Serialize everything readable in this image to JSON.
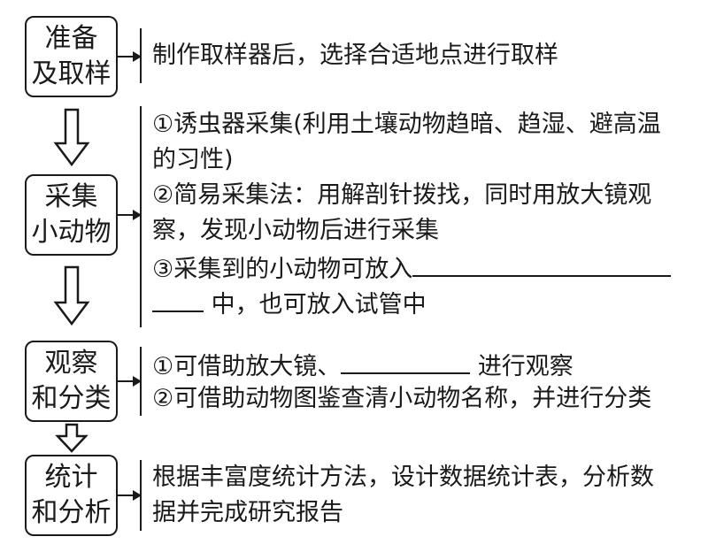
{
  "steps": [
    {
      "title_lines": [
        "准备",
        "及取样"
      ],
      "lines": [
        "制作取样器后，选择合适地点进行取样"
      ]
    },
    {
      "title_lines": [
        "采集",
        "小动物"
      ],
      "lines": [
        "①诱虫器采集(利用土壤动物趋暗、趋湿、避高温",
        "的习性)",
        "②简易采集法：用解剖针拨找，同时用放大镜观",
        "察，发现小动物后进行采集",
        "③采集到的小动物可放入",
        "中，也可放入试管中"
      ]
    },
    {
      "title_lines": [
        "观察",
        "和分类"
      ],
      "lines": [
        "①可借助放大镜、",
        "进行观察",
        "②可借助动物图鉴查清小动物名称，并进行分类"
      ]
    },
    {
      "title_lines": [
        "统计",
        "和分析"
      ],
      "lines": [
        "根据丰富度统计方法，设计数据统计表，分析数",
        "据并完成研究报告"
      ]
    }
  ]
}
